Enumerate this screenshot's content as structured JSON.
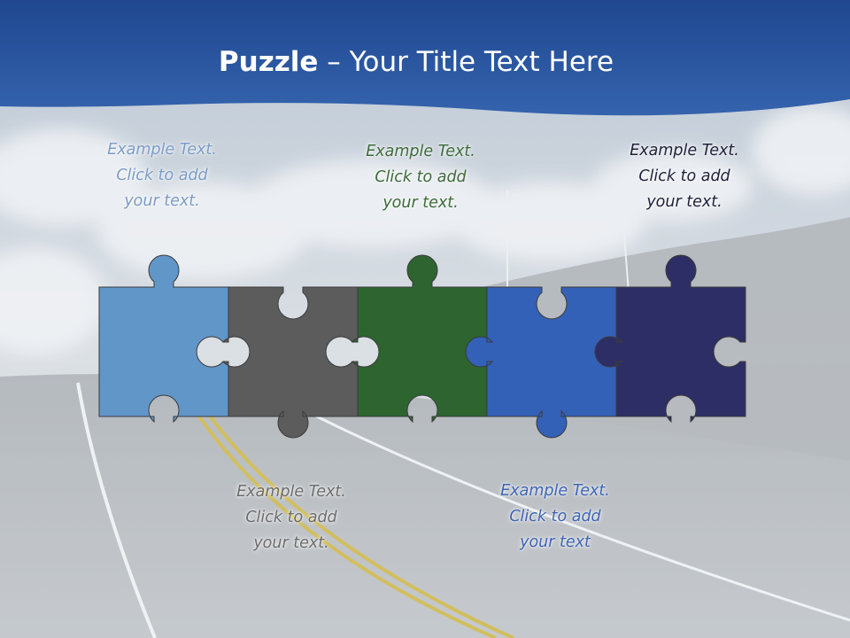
{
  "slide": {
    "title_bold": "Puzzle",
    "title_rest": " – Your Title Text Here"
  },
  "captions": [
    {
      "lines": [
        "Example Text.",
        "Click  to add",
        "your text."
      ],
      "color": "#7b9cc8"
    },
    {
      "lines": [
        "Example Text.",
        "Click  to add",
        "your text."
      ],
      "color": "#6b6b6b"
    },
    {
      "lines": [
        "Example Text.",
        "Click  to add",
        "your text."
      ],
      "color": "#3c6a3a"
    },
    {
      "lines": [
        "Example Text.",
        "Click  to add",
        "your text"
      ],
      "color": "#3d63b5"
    },
    {
      "lines": [
        "Example Text.",
        "Click  to add",
        "your text."
      ],
      "color": "#1f1f3a"
    }
  ],
  "puzzle": {
    "pieces": [
      {
        "color": "#6196c9"
      },
      {
        "color": "#5c5c5c"
      },
      {
        "color": "#2d6430"
      },
      {
        "color": "#3361b8"
      },
      {
        "color": "#2e2e66"
      }
    ]
  },
  "theme": {
    "header_blue": "#2a56a3",
    "sky": "#bfcad6",
    "road": "#9aa0a6"
  }
}
